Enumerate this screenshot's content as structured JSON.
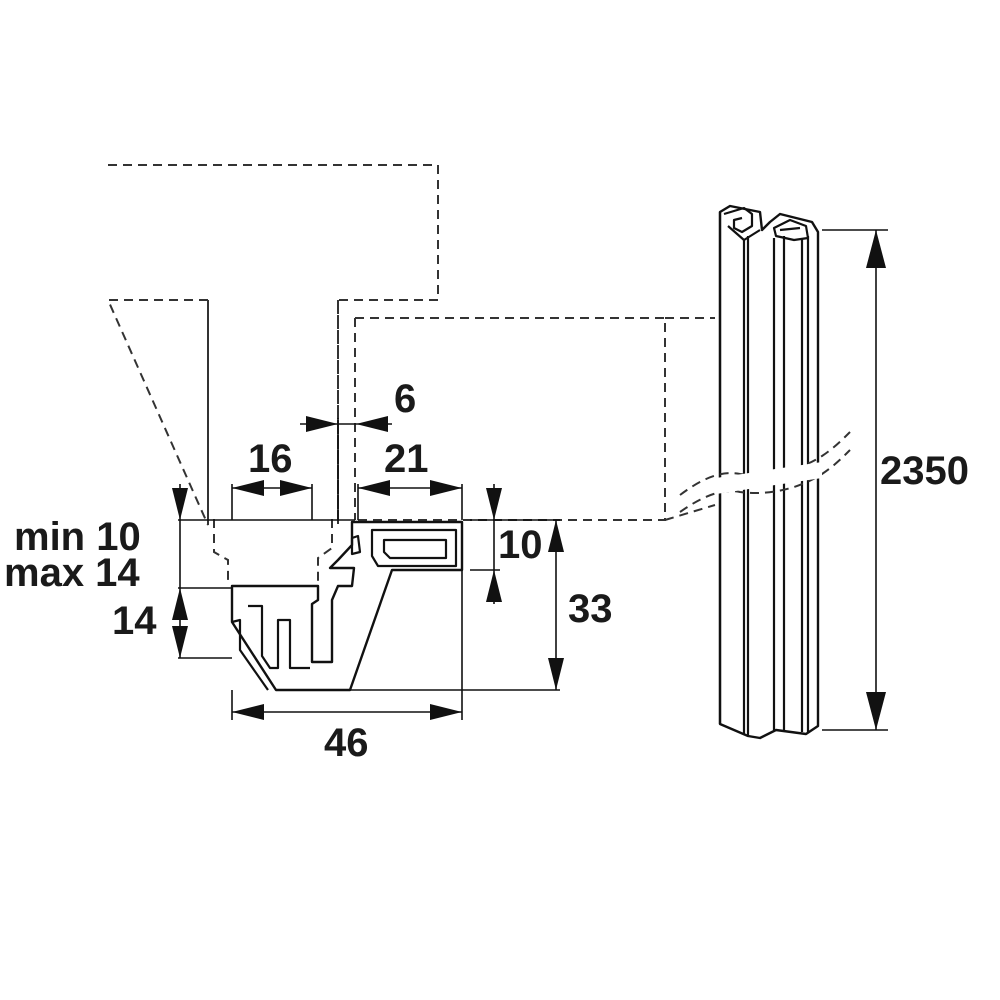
{
  "dimensions": {
    "d6": "6",
    "d16": "16",
    "d21": "21",
    "d2350": "2350",
    "min_label": "min 10",
    "max_label": "max 14",
    "d14": "14",
    "d10": "10",
    "d33": "33",
    "d46": "46"
  },
  "colors": {
    "line": "#111111",
    "background": "#ffffff"
  }
}
